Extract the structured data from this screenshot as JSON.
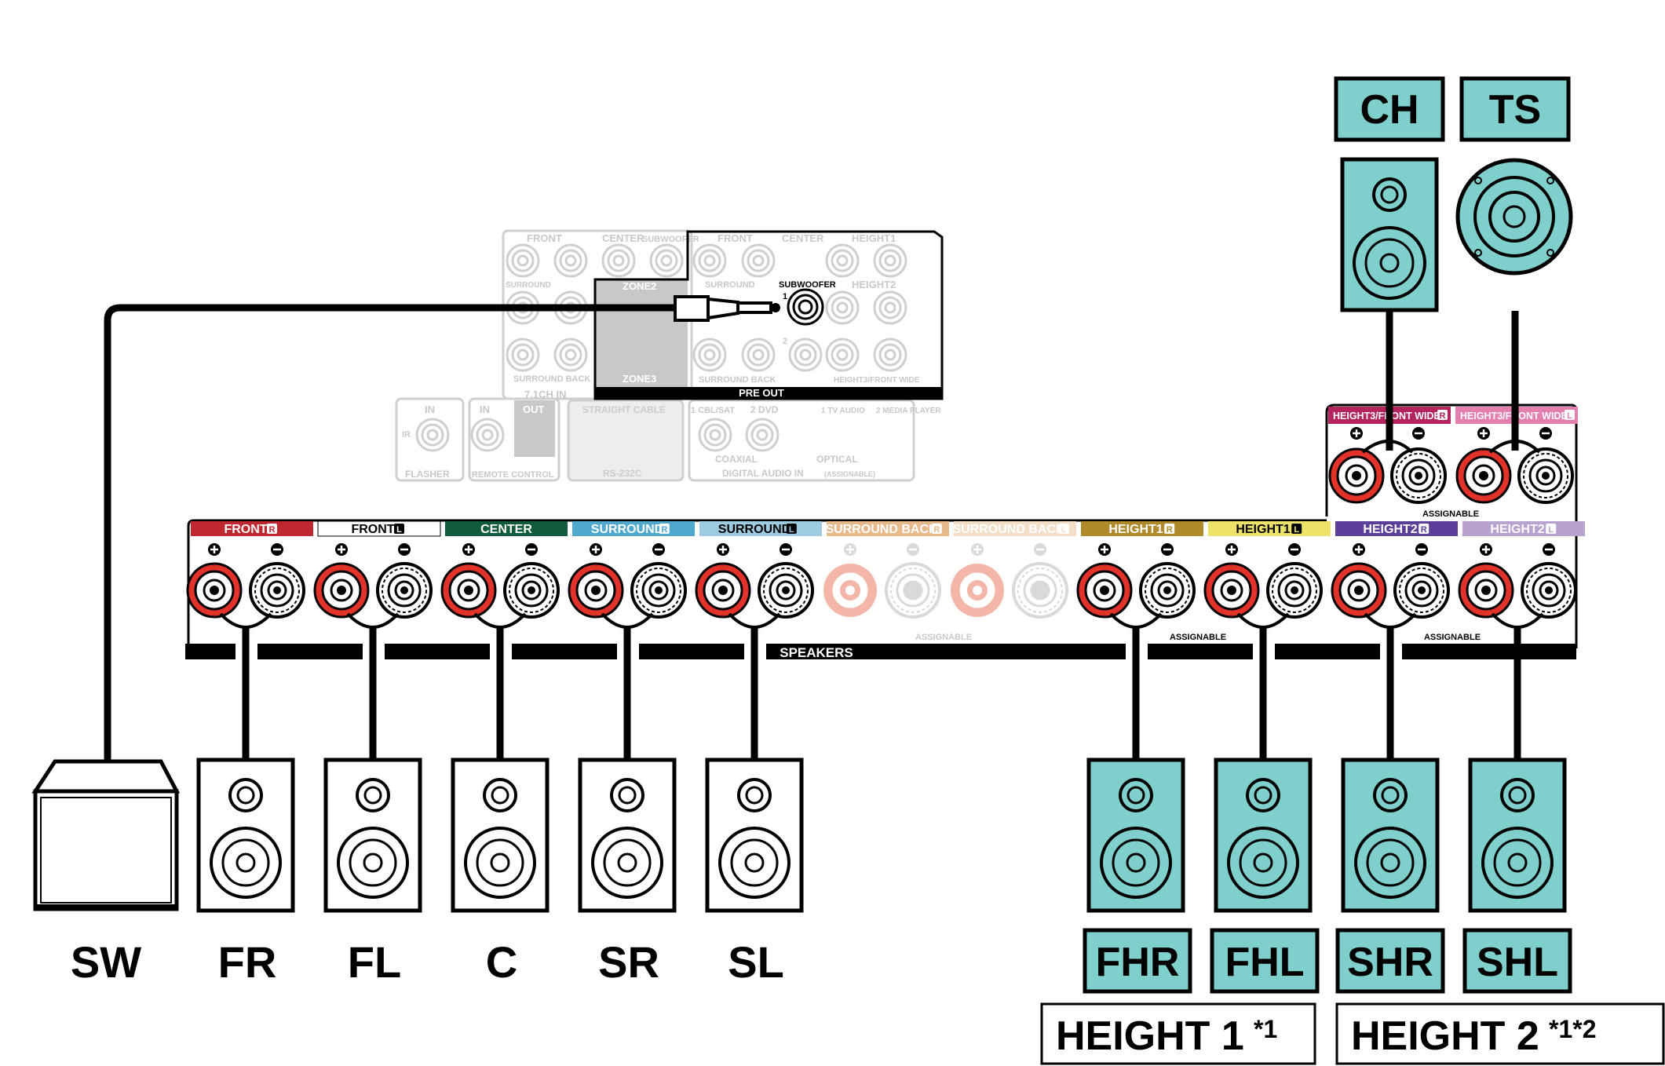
{
  "colors": {
    "teal": "#7fcfcc",
    "red_terminal": "#e2332b",
    "front_r": "#c0282f",
    "front_l": "#ffffff",
    "center": "#0f5b3b",
    "surround_r": "#4fa9cf",
    "surround_l": "#9dcbe0",
    "surround_back_r": "#e8b98a",
    "surround_back_l": "#f3dfc8",
    "height1_r": "#b08a2a",
    "height1_l": "#ede36a",
    "height2_r": "#5a3e98",
    "height2_l": "#b8a2cf",
    "height3_r": "#b4235e",
    "height3_l": "#e47fb0",
    "faded": "#c8c8c8"
  },
  "terminals": [
    {
      "id": "front-r",
      "label": "FRONT",
      "side": "R",
      "color": "#c0282f",
      "text_color": "#ffffff",
      "active": true
    },
    {
      "id": "front-l",
      "label": "FRONT",
      "side": "L",
      "color": "#ffffff",
      "text_color": "#000000",
      "active": true
    },
    {
      "id": "center",
      "label": "CENTER",
      "side": "",
      "color": "#0f5b3b",
      "text_color": "#ffffff",
      "active": true
    },
    {
      "id": "surround-r",
      "label": "SURROUND",
      "side": "R",
      "color": "#4fa9cf",
      "text_color": "#ffffff",
      "active": true
    },
    {
      "id": "surround-l",
      "label": "SURROUND",
      "side": "L",
      "color": "#9dcbe0",
      "text_color": "#000000",
      "active": true
    },
    {
      "id": "surround-back-r",
      "label": "SURROUND BACK",
      "side": "R",
      "color": "#e8b98a",
      "text_color": "#ffffff",
      "active": false
    },
    {
      "id": "surround-back-l",
      "label": "SURROUND BACK",
      "side": "L",
      "color": "#f3dfc8",
      "text_color": "#ffffff",
      "active": false
    },
    {
      "id": "height1-r",
      "label": "HEIGHT1",
      "side": "R",
      "color": "#b08a2a",
      "text_color": "#ffffff",
      "active": true
    },
    {
      "id": "height1-l",
      "label": "HEIGHT1",
      "side": "L",
      "color": "#ede36a",
      "text_color": "#000000",
      "active": true
    },
    {
      "id": "height2-r",
      "label": "HEIGHT2",
      "side": "R",
      "color": "#5a3e98",
      "text_color": "#ffffff",
      "active": true
    },
    {
      "id": "height2-l",
      "label": "HEIGHT2",
      "side": "L",
      "color": "#b8a2cf",
      "text_color": "#ffffff",
      "active": true
    }
  ],
  "height3": [
    {
      "label": "HEIGHT3/FRONT WIDE",
      "side": "R",
      "color": "#b4235e"
    },
    {
      "label": "HEIGHT3/FRONT WIDE",
      "side": "L",
      "color": "#e47fb0"
    }
  ],
  "panel_text": {
    "speakers": "SPEAKERS",
    "assignable": "ASSIGNABLE",
    "pre_out": "PRE OUT",
    "subwoofer": "SUBWOOFER",
    "sub_1": "1",
    "sub_2": "2"
  },
  "faded_text": {
    "front": "FRONT",
    "center": "CENTER",
    "subwoofer": "SUBWOOFER",
    "surround": "SURROUND",
    "surround_back": "SURROUND BACK",
    "ch71": "7.1CH IN",
    "zone2": "ZONE2",
    "zone3": "ZONE3",
    "height1": "HEIGHT1",
    "height2": "HEIGHT2",
    "height3fw": "HEIGHT3/FRONT WIDE",
    "flasher": "FLASHER",
    "ir": "IR",
    "in": "IN",
    "out": "OUT",
    "remote_control": "REMOTE CONTROL",
    "straight_cable": "STRAIGHT CABLE",
    "rs232c": "RS-232C",
    "cbl_sat": "1 CBL/SAT",
    "dvd": "2 DVD",
    "tv_audio": "1 TV AUDIO",
    "media_player": "2 MEDIA PLAYER",
    "coaxial": "COAXIAL",
    "optical": "OPTICAL",
    "digital_audio_in": "DIGITAL AUDIO IN",
    "assignable_small": "(ASSIGNABLE)"
  },
  "speakers_bottom": [
    {
      "id": "sw",
      "label": "SW"
    },
    {
      "id": "fr",
      "label": "FR"
    },
    {
      "id": "fl",
      "label": "FL"
    },
    {
      "id": "c",
      "label": "C"
    },
    {
      "id": "sr",
      "label": "SR"
    },
    {
      "id": "sl",
      "label": "SL"
    },
    {
      "id": "fhr",
      "label": "FHR"
    },
    {
      "id": "fhl",
      "label": "FHL"
    },
    {
      "id": "shr",
      "label": "SHR"
    },
    {
      "id": "shl",
      "label": "SHL"
    }
  ],
  "speakers_top": [
    {
      "id": "ch",
      "label": "CH"
    },
    {
      "id": "ts",
      "label": "TS"
    }
  ],
  "groups": [
    {
      "id": "height1",
      "label": "HEIGHT 1",
      "note": "*1"
    },
    {
      "id": "height2",
      "label": "HEIGHT 2",
      "note": "*1*2"
    }
  ]
}
